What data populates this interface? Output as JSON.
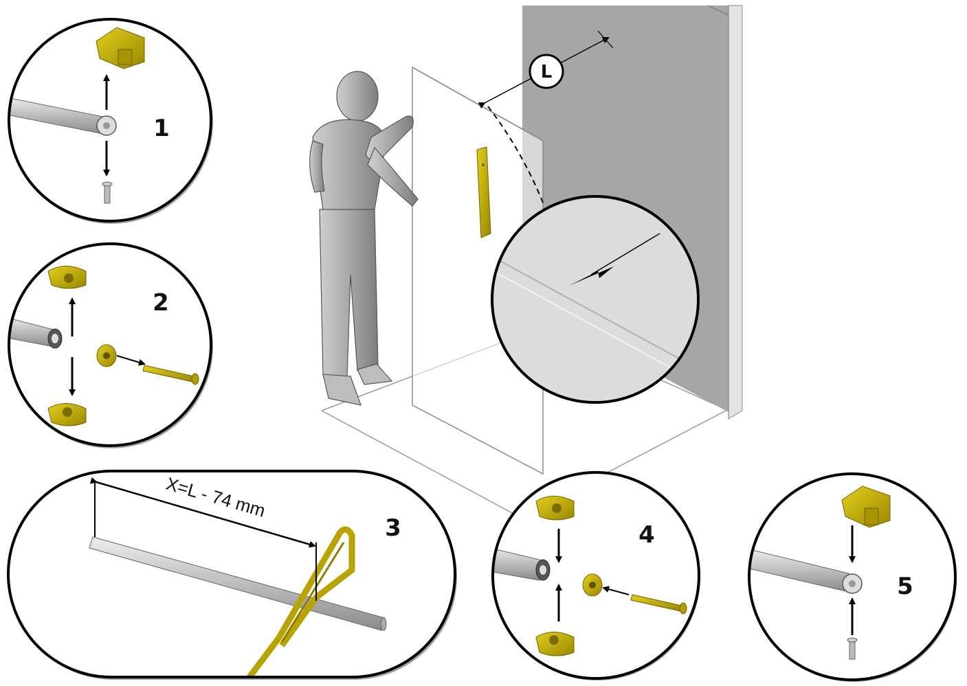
{
  "diagram": {
    "callout_label": "L",
    "steps": [
      {
        "number": "1"
      },
      {
        "number": "2"
      },
      {
        "number": "3",
        "dimension": "X=L - 74 mm"
      },
      {
        "number": "4"
      },
      {
        "number": "5"
      }
    ],
    "colors": {
      "part_yellow": "#c9b400",
      "part_yellow_dark": "#8f7f00",
      "wall_gray": "#a6a6a6",
      "wall_edge": "#d9d9d9",
      "tube_gray": "#c8c8c8",
      "person_gray": "#9a9a9a",
      "outline": "#000000"
    }
  }
}
